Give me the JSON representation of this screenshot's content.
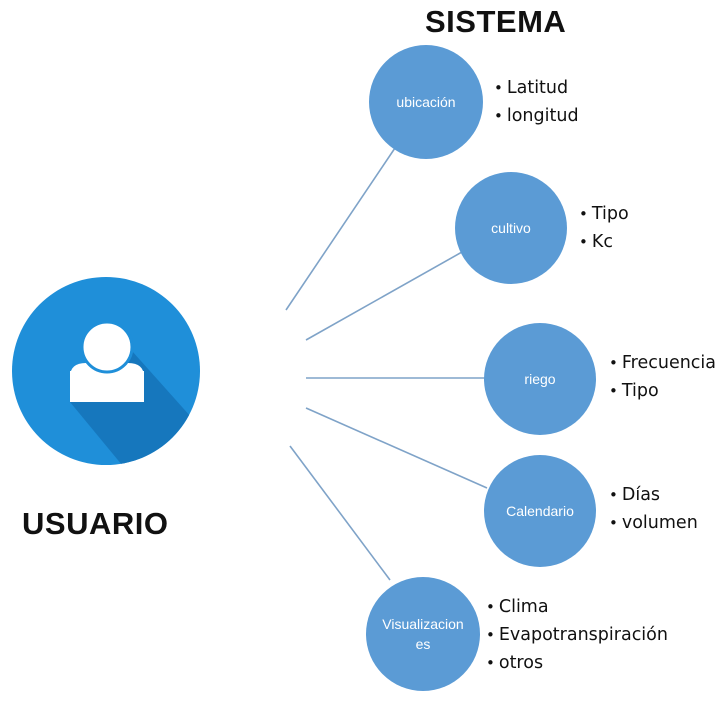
{
  "titles": {
    "sistema": "SISTEMA",
    "usuario": "USUARIO"
  },
  "avatar": {
    "icon": "user-icon",
    "background_color": "#1f8fd9",
    "figure_color": "#ffffff"
  },
  "node_color": "#5b9bd5",
  "line_color": "#7fa3c8",
  "nodes": [
    {
      "label": "ubicación",
      "bullets": [
        "Latitud",
        "longitud"
      ]
    },
    {
      "label": "cultivo",
      "bullets": [
        "Tipo",
        "Kc"
      ]
    },
    {
      "label": "riego",
      "bullets": [
        "Frecuencia",
        "Tipo"
      ]
    },
    {
      "label": "Calendario",
      "bullets": [
        "Días",
        "volumen"
      ]
    },
    {
      "label": "Visualizaciones",
      "bullets": [
        "Clima",
        "Evapotranspiración",
        "otros"
      ]
    }
  ]
}
